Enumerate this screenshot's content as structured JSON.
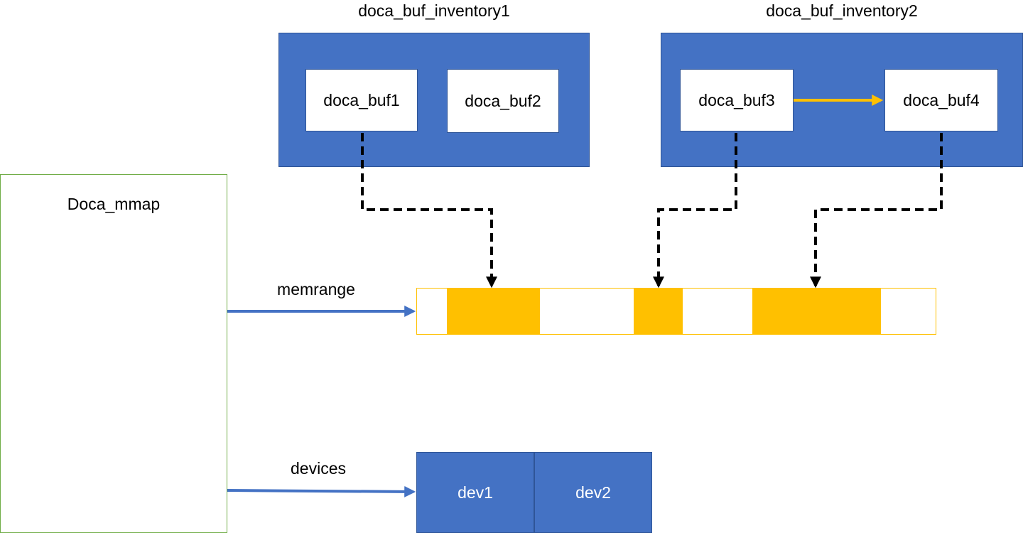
{
  "inventories": [
    {
      "title": "doca_buf_inventory1",
      "buffers": [
        "doca_buf1",
        "doca_buf2"
      ]
    },
    {
      "title": "doca_buf_inventory2",
      "buffers": [
        "doca_buf3",
        "doca_buf4"
      ]
    }
  ],
  "mmap": {
    "label": "Doca_mmap"
  },
  "edges": {
    "memrange": "memrange",
    "devices": "devices"
  },
  "memrange": {
    "used_segments_fraction": [
      [
        0.058,
        0.237
      ],
      [
        0.418,
        0.513
      ],
      [
        0.647,
        0.895
      ]
    ]
  },
  "devices": [
    "dev1",
    "dev2"
  ],
  "colors": {
    "inventory_fill": "#4472c4",
    "mmap_border": "#70ad47",
    "memrange_accent": "#ffc000",
    "arrow_blue": "#4472c4",
    "chain_arrow": "#ffc000",
    "pointer_dashed": "#000000"
  }
}
